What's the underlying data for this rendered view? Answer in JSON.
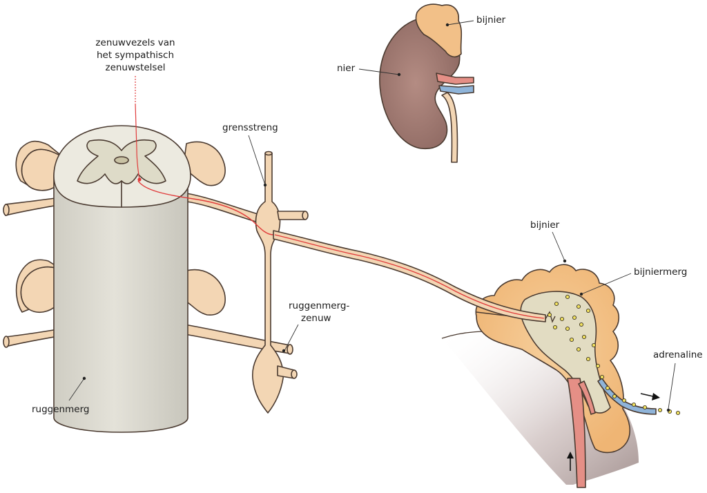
{
  "labels": {
    "fibers_line1": "zenuwvezels van",
    "fibers_line2": "het sympathisch",
    "fibers_line3": "zenuwstelsel",
    "grensstreng": "grensstreng",
    "spinal_nerve_line1": "ruggenmerg-",
    "spinal_nerve_line2": "zenuw",
    "spinal_cord": "ruggenmerg",
    "kidney": "nier",
    "adrenal_top": "bijnier",
    "adrenal_detail": "bijnier",
    "medulla": "bijniermerg",
    "adrenaline": "adrenaline"
  },
  "colors": {
    "nerve": "#f3d6b4",
    "cord": "#dcdad0",
    "grey_matter": "#e8e4d4",
    "kidney": "#a47a72",
    "adrenal": "#f2c088",
    "vein": "#8fb4d9",
    "artery": "#e58f86",
    "sympathetic_fiber": "#e03a3a",
    "adrenaline_granule": "#f0e060"
  },
  "icons": [
    "flow-arrow-icon",
    "flow-arrow-icon"
  ]
}
